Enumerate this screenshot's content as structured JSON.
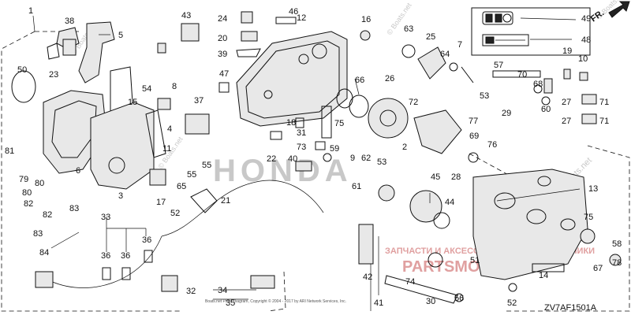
{
  "callouts": [
    {
      "id": "c1",
      "text": "1"
    },
    {
      "id": "c2",
      "text": "2"
    },
    {
      "id": "c3",
      "text": "3"
    },
    {
      "id": "c4",
      "text": "4"
    },
    {
      "id": "c5",
      "text": "5"
    },
    {
      "id": "c6",
      "text": "6"
    },
    {
      "id": "c7",
      "text": "7"
    },
    {
      "id": "c8",
      "text": "8"
    },
    {
      "id": "c9",
      "text": "9"
    },
    {
      "id": "c10",
      "text": "10"
    },
    {
      "id": "c11",
      "text": "11"
    },
    {
      "id": "c12",
      "text": "12"
    },
    {
      "id": "c13",
      "text": "13"
    },
    {
      "id": "c14",
      "text": "14"
    },
    {
      "id": "c15",
      "text": "15"
    },
    {
      "id": "c16",
      "text": "16"
    },
    {
      "id": "c17",
      "text": "17"
    },
    {
      "id": "c18",
      "text": "18"
    },
    {
      "id": "c19",
      "text": "19"
    },
    {
      "id": "c20",
      "text": "20"
    },
    {
      "id": "c21",
      "text": "21"
    },
    {
      "id": "c22",
      "text": "22"
    },
    {
      "id": "c23",
      "text": "23"
    },
    {
      "id": "c24",
      "text": "24"
    },
    {
      "id": "c25",
      "text": "25"
    },
    {
      "id": "c26",
      "text": "26"
    },
    {
      "id": "c27a",
      "text": "27"
    },
    {
      "id": "c27b",
      "text": "27"
    },
    {
      "id": "c28",
      "text": "28"
    },
    {
      "id": "c29",
      "text": "29"
    },
    {
      "id": "c30",
      "text": "30"
    },
    {
      "id": "c31",
      "text": "31"
    },
    {
      "id": "c32",
      "text": "32"
    },
    {
      "id": "c33",
      "text": "33"
    },
    {
      "id": "c34",
      "text": "34"
    },
    {
      "id": "c35",
      "text": "35"
    },
    {
      "id": "c36a",
      "text": "36"
    },
    {
      "id": "c36b",
      "text": "36"
    },
    {
      "id": "c36c",
      "text": "36"
    },
    {
      "id": "c37",
      "text": "37"
    },
    {
      "id": "c38",
      "text": "38"
    },
    {
      "id": "c39",
      "text": "39"
    },
    {
      "id": "c40",
      "text": "40"
    },
    {
      "id": "c41",
      "text": "41"
    },
    {
      "id": "c42",
      "text": "42"
    },
    {
      "id": "c43",
      "text": "43"
    },
    {
      "id": "c44",
      "text": "44"
    },
    {
      "id": "c45",
      "text": "45"
    },
    {
      "id": "c46",
      "text": "46"
    },
    {
      "id": "c47",
      "text": "47"
    },
    {
      "id": "c48",
      "text": "48"
    },
    {
      "id": "c49",
      "text": "49"
    },
    {
      "id": "c50",
      "text": "50"
    },
    {
      "id": "c51",
      "text": "51"
    },
    {
      "id": "c52a",
      "text": "52"
    },
    {
      "id": "c52b",
      "text": "52"
    },
    {
      "id": "c53a",
      "text": "53"
    },
    {
      "id": "c53b",
      "text": "53"
    },
    {
      "id": "c54",
      "text": "54"
    },
    {
      "id": "c55a",
      "text": "55"
    },
    {
      "id": "c55b",
      "text": "55"
    },
    {
      "id": "c56",
      "text": "56"
    },
    {
      "id": "c57",
      "text": "57"
    },
    {
      "id": "c58",
      "text": "58"
    },
    {
      "id": "c59",
      "text": "59"
    },
    {
      "id": "c60",
      "text": "60"
    },
    {
      "id": "c61",
      "text": "61"
    },
    {
      "id": "c62",
      "text": "62"
    },
    {
      "id": "c63",
      "text": "63"
    },
    {
      "id": "c64",
      "text": "64"
    },
    {
      "id": "c65",
      "text": "65"
    },
    {
      "id": "c66",
      "text": "66"
    },
    {
      "id": "c67",
      "text": "67"
    },
    {
      "id": "c68",
      "text": "68"
    },
    {
      "id": "c69",
      "text": "69"
    },
    {
      "id": "c70",
      "text": "70"
    },
    {
      "id": "c71a",
      "text": "71"
    },
    {
      "id": "c71b",
      "text": "71"
    },
    {
      "id": "c72",
      "text": "72"
    },
    {
      "id": "c73",
      "text": "73"
    },
    {
      "id": "c74",
      "text": "74"
    },
    {
      "id": "c75a",
      "text": "75"
    },
    {
      "id": "c75b",
      "text": "75"
    },
    {
      "id": "c76",
      "text": "76"
    },
    {
      "id": "c77",
      "text": "77"
    },
    {
      "id": "c78",
      "text": "78"
    },
    {
      "id": "c79",
      "text": "79"
    },
    {
      "id": "c80a",
      "text": "80"
    },
    {
      "id": "c80b",
      "text": "80"
    },
    {
      "id": "c81",
      "text": "81"
    },
    {
      "id": "c82a",
      "text": "82"
    },
    {
      "id": "c82b",
      "text": "82"
    },
    {
      "id": "c83a",
      "text": "83"
    },
    {
      "id": "c83b",
      "text": "83"
    },
    {
      "id": "c84",
      "text": "84"
    }
  ],
  "direction_label": "FR.",
  "diagram_code": "ZV7AF1501A",
  "watermarks": {
    "boats": "© Boats.net",
    "brand": "HONDA",
    "shop_line": "ЗАПЧАСТИ И АКСЕССУАРЫ ДЛЯ МОТОТЕХНИКИ",
    "shop_site": "PARTSMOTOR.RU"
  },
  "copyright": "Boats.net Parts Diagram, Copyright © 2004 - 2017 by ARI Network Services, Inc."
}
